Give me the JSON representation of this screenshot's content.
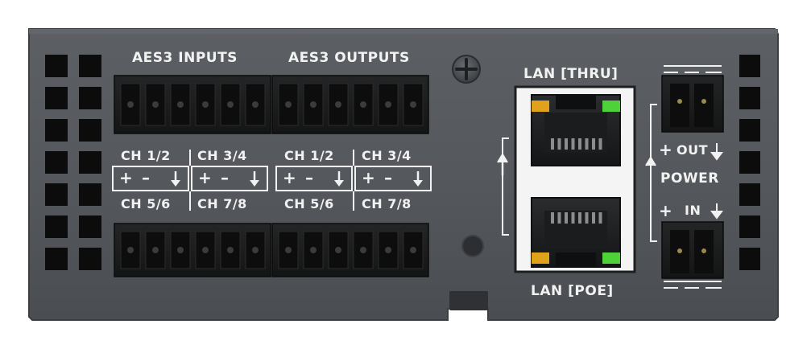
{
  "panel": {
    "aes3_inputs_label": "AES3 INPUTS",
    "aes3_outputs_label": "AES3 OUTPUTS",
    "lan_thru_label": "LAN [THRU]",
    "lan_poe_label": "LAN [POE]",
    "power_label": "POWER",
    "out_label": "OUT",
    "in_label": "IN",
    "pin_plus": "+",
    "pin_minus": "–",
    "channels_top": [
      "CH 1/2",
      "CH 3/4",
      "CH 1/2",
      "CH 3/4"
    ],
    "channels_bottom": [
      "CH 5/6",
      "CH 7/8",
      "CH 5/6",
      "CH 7/8"
    ]
  },
  "colors": {
    "chassis": "#55585d",
    "chassis_edge": "#3c3e42",
    "vent": "#0c0c0d",
    "connector": "#1a1b1c",
    "label": "#f2f2f2",
    "led_amber": "#e0a21a",
    "led_green": "#4fd13a"
  }
}
